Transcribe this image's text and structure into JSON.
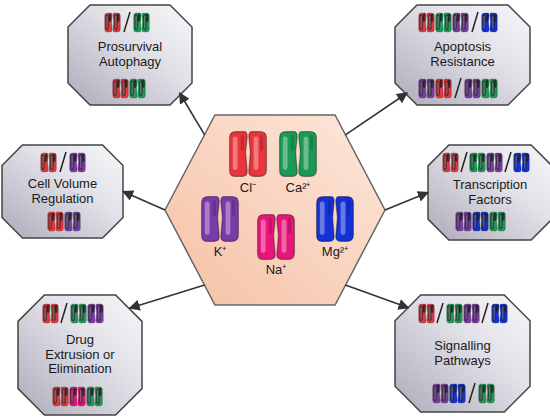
{
  "diagram": {
    "nodes": [
      {
        "text": [
          "Cl⁻",
          "Ca²⁺",
          "K⁺",
          "Na⁺",
          "Mg²⁺"
        ]
      },
      {
        "text": [
          "Prosurvival Autophagy"
        ]
      },
      {
        "text": [
          "Apoptosis Resistance"
        ]
      },
      {
        "text": [
          "Cell Volume Regulation"
        ]
      },
      {
        "text": [
          "Transcription Factors"
        ]
      },
      {
        "text": [
          "Drug Extrusion or Elimination"
        ]
      },
      {
        "text": [
          "Signalling Pathways"
        ]
      }
    ],
    "edges": [
      {
        "from": 0,
        "to": 1,
        "arrow": "to"
      },
      {
        "from": 0,
        "to": 2,
        "arrow": "to"
      },
      {
        "from": 0,
        "to": 3,
        "arrow": "to"
      },
      {
        "from": 0,
        "to": 4,
        "arrow": "to"
      },
      {
        "from": 0,
        "to": 5,
        "arrow": "to"
      },
      {
        "from": 0,
        "to": 6,
        "arrow": "to"
      }
    ]
  }
}
